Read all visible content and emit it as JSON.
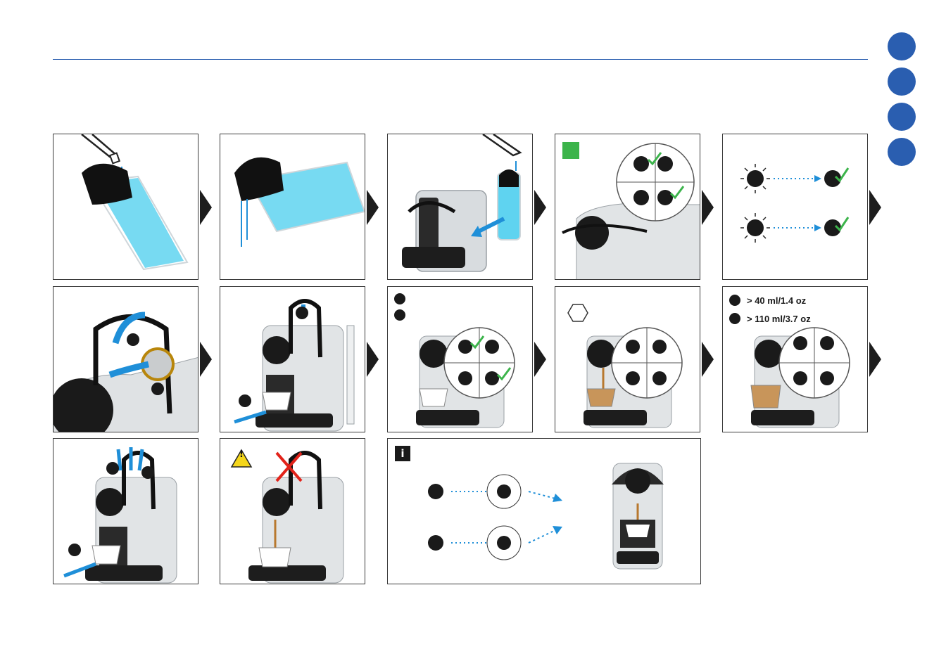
{
  "nav": {
    "tabs": [
      "",
      "",
      "",
      ""
    ]
  },
  "volumes": {
    "espresso": "> 40 ml/1.4 oz",
    "lungo": "> 110 ml/3.7 oz"
  },
  "info": {
    "badge": "i"
  },
  "warning": {
    "symbol": "!"
  },
  "colors": {
    "brand_blue": "#2a5eb0",
    "water": "#5fd3f0",
    "arrow": "#1f8fd8",
    "check": "#3cb44b",
    "status_green": "#3cb44b"
  }
}
